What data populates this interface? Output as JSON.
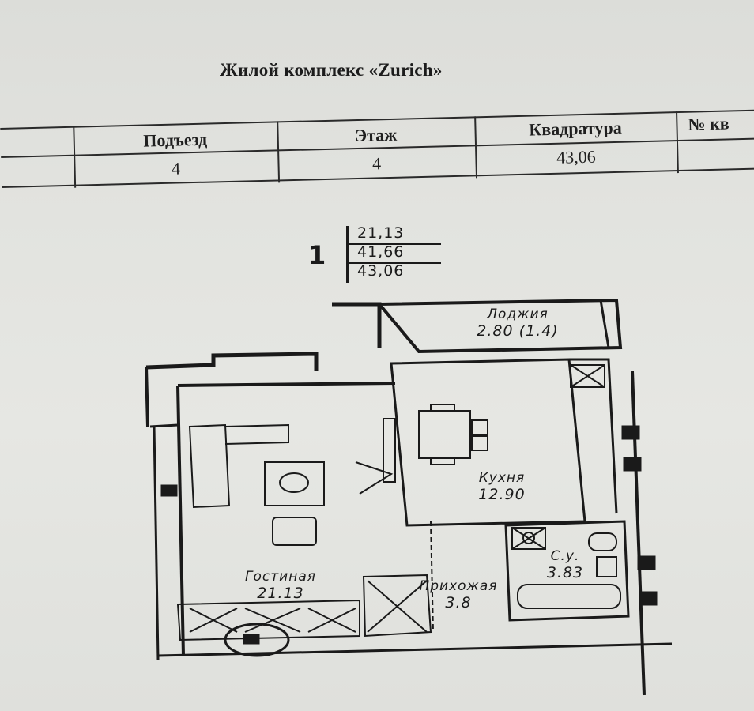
{
  "document": {
    "title": "Жилой комплекс «Zurich»"
  },
  "table": {
    "headers": [
      "",
      "Подъезд",
      "Этаж",
      "Квадратура",
      "№ кв"
    ],
    "row": [
      "",
      "4",
      "4",
      "43,06",
      ""
    ]
  },
  "apartment_summary": {
    "rooms": "1",
    "living_area": "21,13",
    "total_area_no_loggia": "41,66",
    "total_area": "43,06"
  },
  "rooms": [
    {
      "name": "Лоджия",
      "area": "2.80 (1.4)"
    },
    {
      "name": "Кухня",
      "area": "12.90"
    },
    {
      "name": "Гостиная",
      "area": "21.13"
    },
    {
      "name": "Прихожая",
      "area": "3.8"
    },
    {
      "name": "С.у.",
      "area": "3.83"
    }
  ],
  "colors": {
    "paper": "#e2e3df",
    "ink": "#1a1a1a"
  }
}
